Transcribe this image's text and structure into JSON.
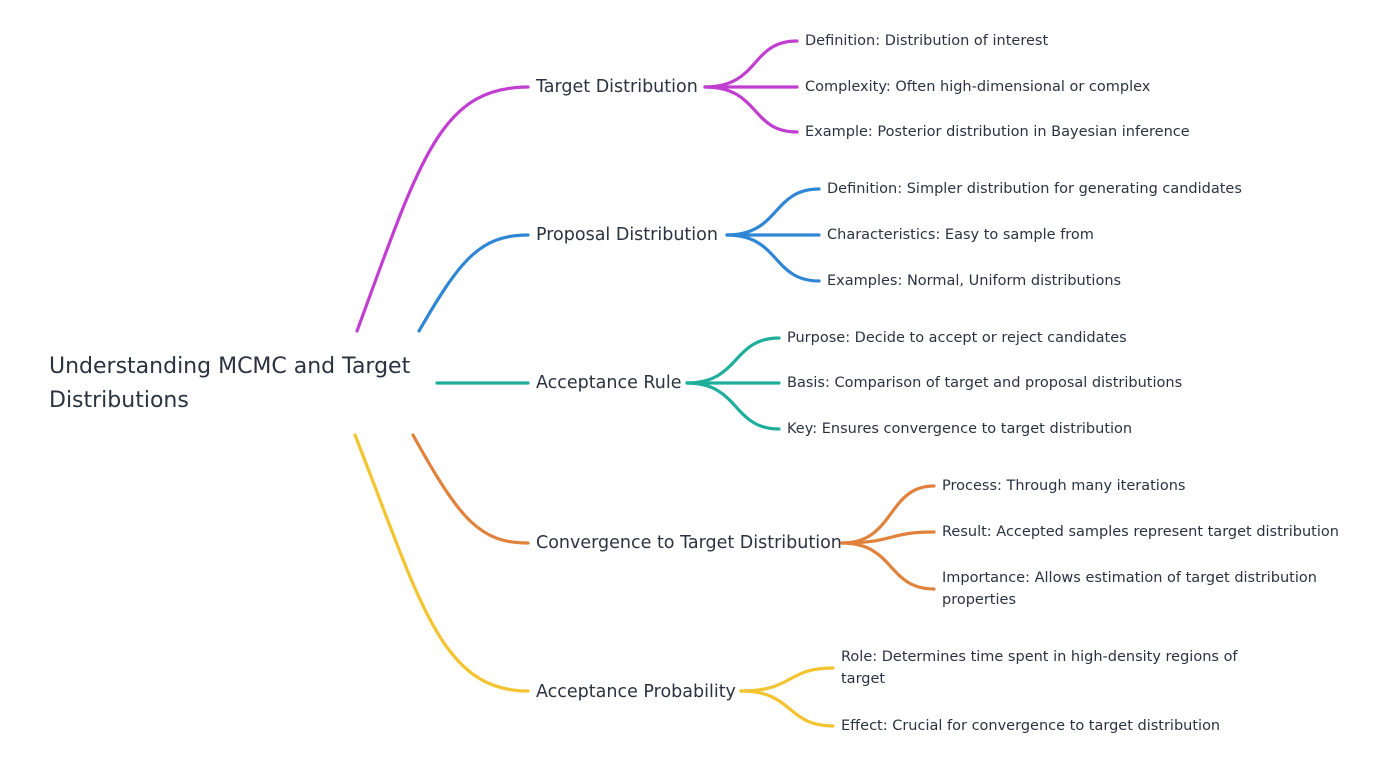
{
  "root": {
    "title": "Understanding MCMC and Target Distributions"
  },
  "branches": [
    {
      "label": "Target Distribution",
      "color": "#c03fd0",
      "children": [
        "Definition: Distribution of interest",
        "Complexity: Often high-dimensional or complex",
        "Example: Posterior distribution in Bayesian inference"
      ]
    },
    {
      "label": "Proposal Distribution",
      "color": "#2f86d4",
      "children": [
        "Definition: Simpler distribution for generating candidates",
        "Characteristics: Easy to sample from",
        "Examples: Normal, Uniform distributions"
      ]
    },
    {
      "label": "Acceptance Rule",
      "color": "#1fae9c",
      "children": [
        "Purpose: Decide to accept or reject candidates",
        "Basis: Comparison of target and proposal distributions",
        "Key: Ensures convergence to target distribution"
      ]
    },
    {
      "label": "Convergence to Target Distribution",
      "color": "#e0823c",
      "children": [
        "Process: Through many iterations",
        "Result: Accepted samples represent target distribution",
        "Importance: Allows estimation of target distribution properties"
      ]
    },
    {
      "label": "Acceptance Probability",
      "color": "#f4c430",
      "children": [
        "Role: Determines time spent in high-density regions of target",
        "Effect: Crucial for convergence to target distribution"
      ]
    }
  ]
}
